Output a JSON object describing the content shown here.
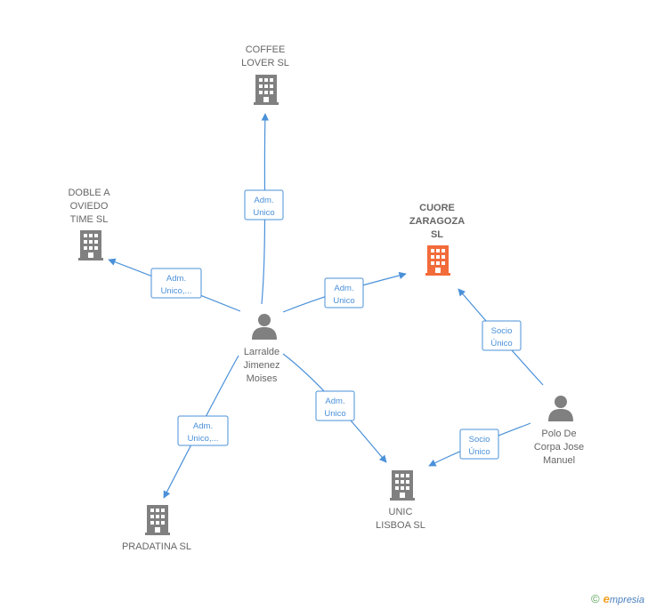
{
  "nodes": {
    "coffee": {
      "lines": [
        "COFFEE",
        "LOVER  SL"
      ],
      "type": "company"
    },
    "doble": {
      "lines": [
        "DOBLE A",
        "OVIEDO",
        "TIME  SL"
      ],
      "type": "company"
    },
    "cuore": {
      "lines": [
        "CUORE",
        "ZARAGOZA",
        "SL"
      ],
      "type": "company-highlight"
    },
    "larralde": {
      "lines": [
        "Larralde",
        "Jimenez",
        "Moises"
      ],
      "type": "person"
    },
    "polo": {
      "lines": [
        "Polo De",
        "Corpa Jose",
        "Manuel"
      ],
      "type": "person"
    },
    "pradatina": {
      "lines": [
        "PRADATINA  SL"
      ],
      "type": "company"
    },
    "unic": {
      "lines": [
        "UNIC",
        "LISBOA  SL"
      ],
      "type": "company"
    }
  },
  "edges": [
    {
      "id": "larralde-coffee",
      "lines": [
        "Adm.",
        "Unico"
      ]
    },
    {
      "id": "larralde-doble",
      "lines": [
        "Adm.",
        "Unico,..."
      ]
    },
    {
      "id": "larralde-cuore",
      "lines": [
        "Adm.",
        "Unico"
      ]
    },
    {
      "id": "larralde-unic",
      "lines": [
        "Adm.",
        "Unico"
      ]
    },
    {
      "id": "larralde-pradatina",
      "lines": [
        "Adm.",
        "Unico,..."
      ]
    },
    {
      "id": "polo-cuore",
      "lines": [
        "Socio",
        "Único"
      ]
    },
    {
      "id": "polo-unic",
      "lines": [
        "Socio",
        "Único"
      ]
    }
  ],
  "colors": {
    "edge": "#4a90d9",
    "company": "#808080",
    "company_highlight": "#f26b3a",
    "person": "#808080"
  },
  "footer": {
    "copyright": "©",
    "brand_initial": "e",
    "brand_rest": "mpresia"
  }
}
